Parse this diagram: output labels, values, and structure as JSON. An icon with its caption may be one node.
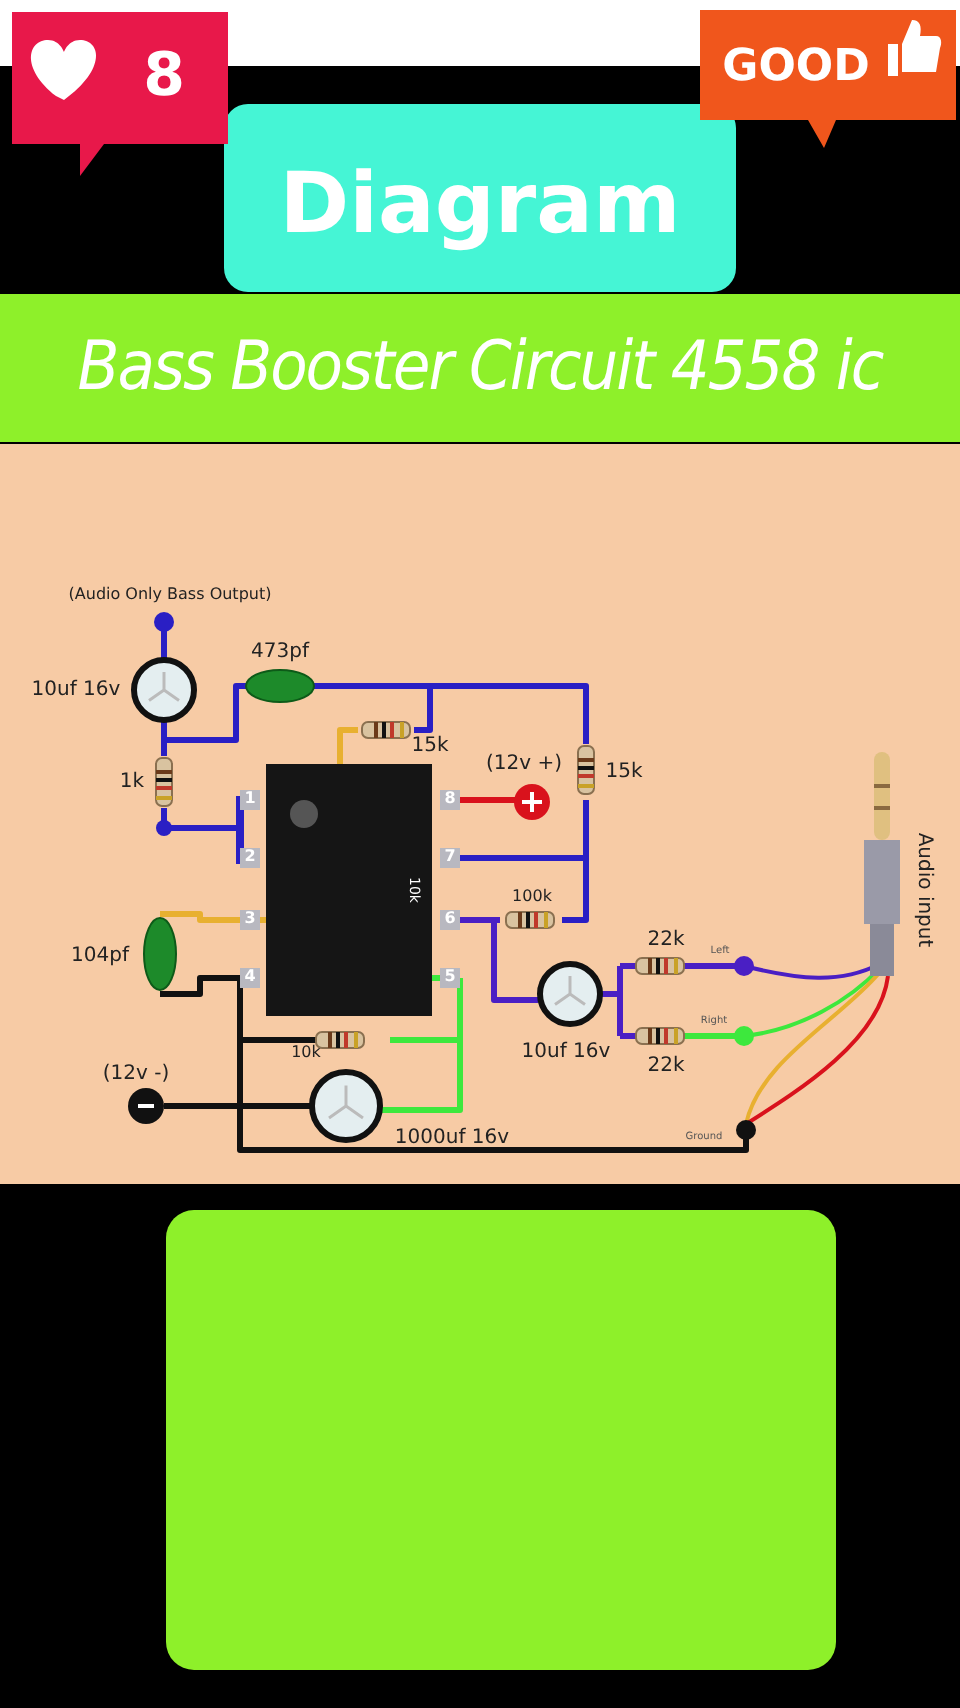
{
  "diagram": {
    "title": "Bass Booster Circuit 4558 ic",
    "labels": [
      "8",
      "GOOD",
      "Diagram",
      "(Audio Only Bass Output)",
      "473pf",
      "10uf 16v",
      "15k",
      "1k",
      "(12v +)",
      "15k",
      "1",
      "2",
      "3",
      "4",
      "5",
      "6",
      "7",
      "8",
      "10k",
      "100k",
      "104pf",
      "22k",
      "Left",
      "Audio input",
      "Right",
      "10k",
      "10uf 16v",
      "22k",
      "(12v -)",
      "1000uf 16v",
      "Ground"
    ]
  }
}
